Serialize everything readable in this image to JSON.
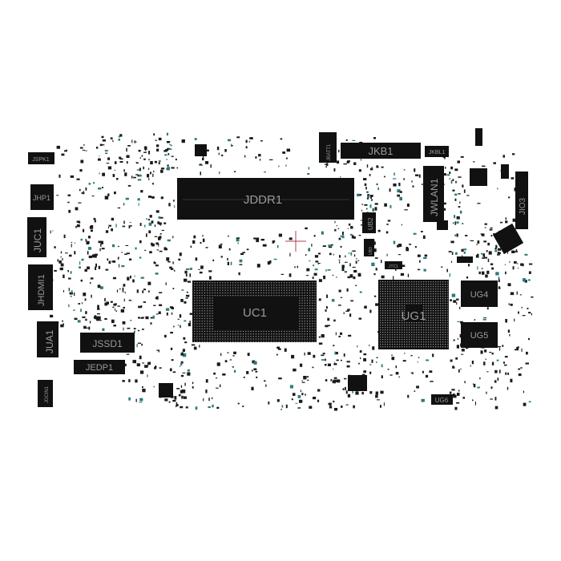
{
  "diagram": {
    "type": "pcb-boardview",
    "cursor": "crosshair",
    "components": {
      "jddr1": "JDDR1",
      "jkb1": "JKB1",
      "jbatt1": "JBATT1",
      "jkbl1": "JKBL1",
      "jwlan1": "JWLAN1",
      "jio3": "JIO3",
      "jspk1": "JSPK1",
      "jhp1": "JHP1",
      "juc1": "JUC1",
      "jhdmi1": "JHDMI1",
      "jua1": "JUA1",
      "jssd1": "JSSD1",
      "jedp1": "JEDP1",
      "jdcin1": "JDCIN1",
      "uc1": "UC1",
      "ug1": "UG1",
      "ug4": "UG4",
      "ug5": "UG5",
      "ug6": "UG6",
      "ub2": "UB2",
      "ub3": "UB3",
      "jtc": "JTC1"
    },
    "colors": {
      "background": "#ffffff",
      "component": "#111111",
      "label": "#9a9a9a",
      "crosshair": "#b04050"
    }
  }
}
